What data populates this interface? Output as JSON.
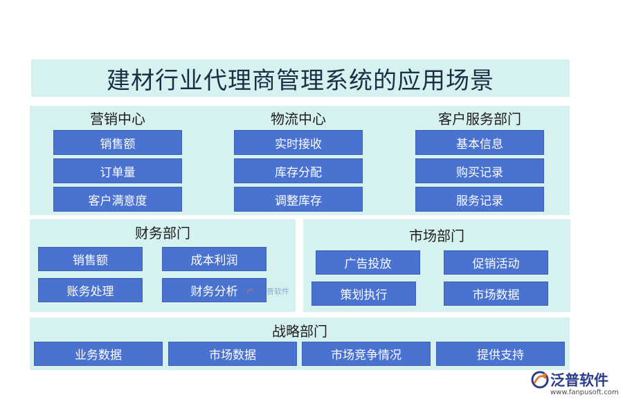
{
  "title": "建材行业代理商管理系统的应用场景",
  "top_sections": [
    {
      "heading": "营销中心",
      "items": [
        "销售额",
        "订单量",
        "客户满意度"
      ]
    },
    {
      "heading": "物流中心",
      "items": [
        "实时接收",
        "库存分配",
        "调整库存"
      ]
    },
    {
      "heading": "客户服务部门",
      "items": [
        "基本信息",
        "购买记录",
        "服务记录"
      ]
    }
  ],
  "finance": {
    "heading": "财务部门",
    "items": [
      "销售额",
      "成本利润",
      "账务处理",
      "财务分析"
    ]
  },
  "market": {
    "heading": "市场部门",
    "items": [
      "广告投放",
      "促销活动",
      "策划执行",
      "市场数据"
    ]
  },
  "strategy": {
    "heading": "战略部门",
    "items": [
      "业务数据",
      "市场数据",
      "市场竞争情况",
      "提供支持"
    ]
  },
  "watermark": {
    "text": "泛普软件"
  },
  "logo": {
    "name": "泛普软件",
    "url": "www.fanpusoft.com"
  },
  "colors": {
    "panel": "#d6f2f0",
    "box": "#4a72d1",
    "title": "#1c2e45"
  }
}
